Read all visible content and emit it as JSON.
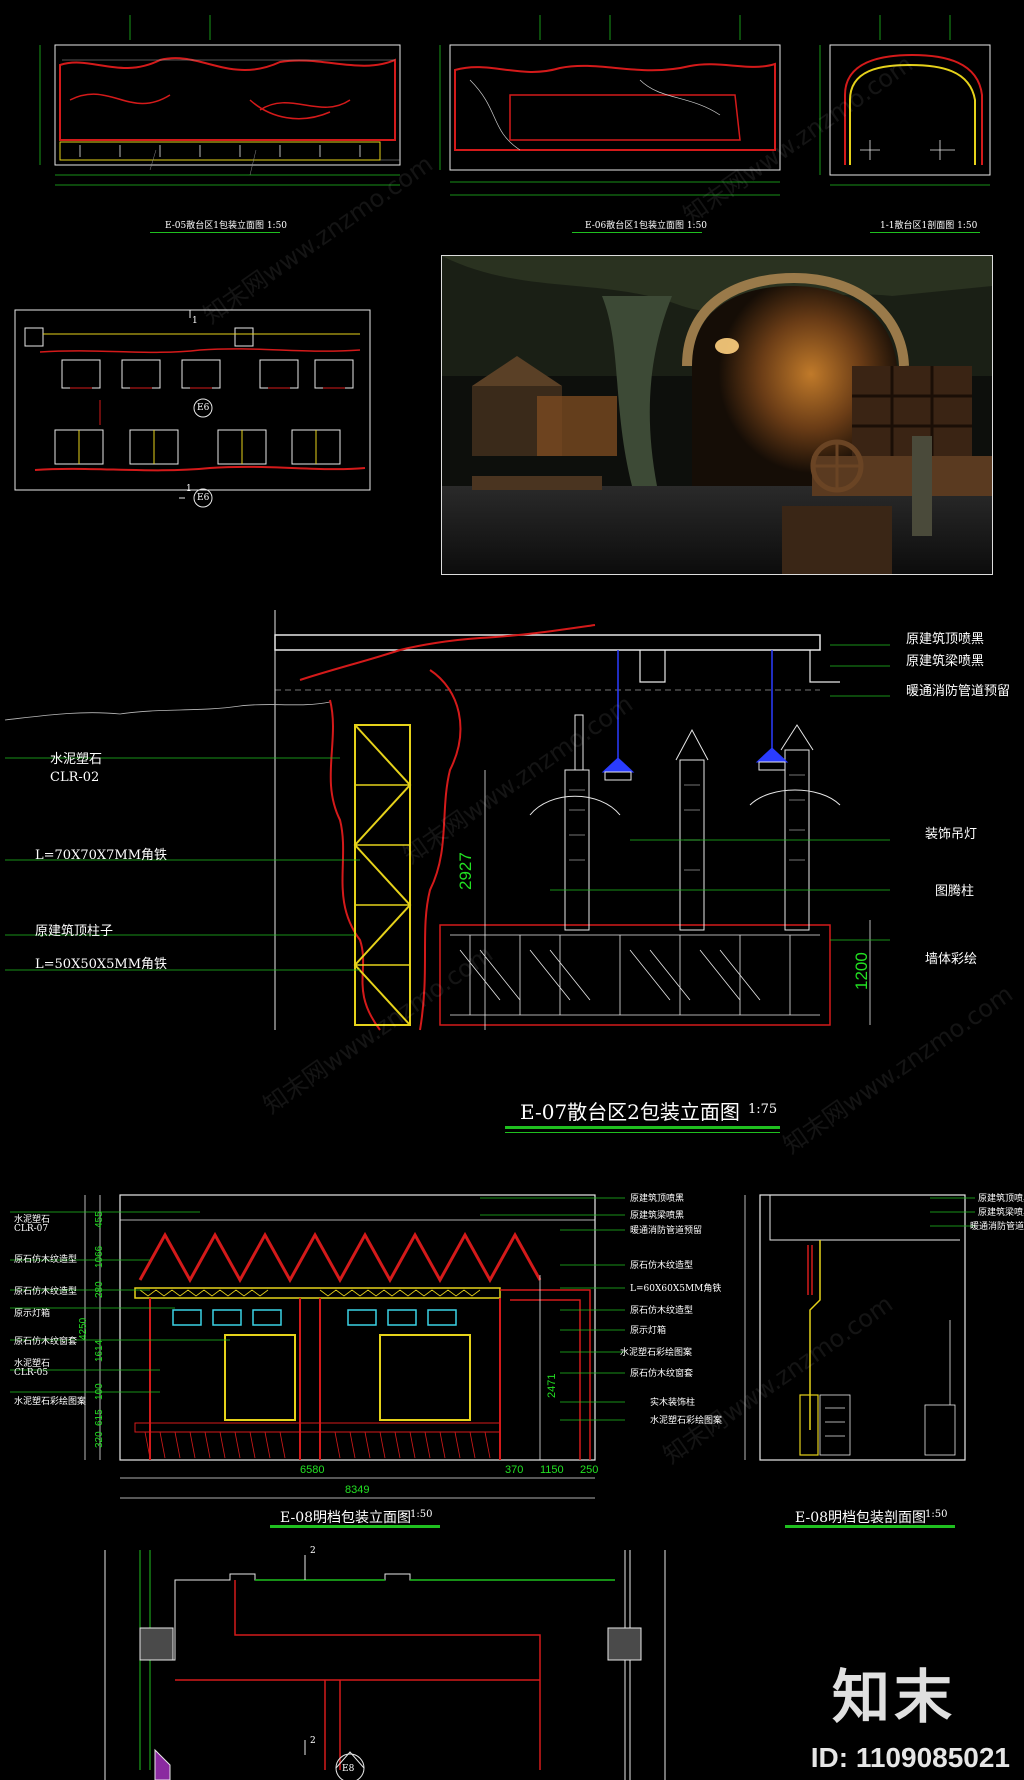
{
  "drawing_sheet": {
    "top_row": {
      "panel1_caption": "E-05散台区1包装立面图 1:50",
      "panel2_caption": "E-06散台区1包装立面图 1:50",
      "panel3_caption": "1-1散台区1剖面图 1:50"
    },
    "plan_detail": {
      "marker_top": "1",
      "marker_e6": "E6",
      "marker_e6_text": "E6",
      "marker_bottom": "1",
      "marker_e6b": "E6"
    },
    "render_photo": {
      "alt": "rendering"
    },
    "e07": {
      "title": "E-07散台区2包装立面图",
      "scale": "1:75",
      "left_labels": [
        "水泥塑石",
        "CLR-02",
        "L=70X70X7MM角铁",
        "原建筑顶柱子",
        "L=50X50X5MM角铁"
      ],
      "right_labels": [
        "原建筑顶喷黑",
        "原建筑梁喷黑",
        "暖通消防管道预留",
        "装饰吊灯",
        "图腾柱",
        "墙体彩绘"
      ],
      "dim_height": "2927",
      "dim_side": "1200"
    },
    "e08": {
      "elev_title": "E-08明档包装立面图",
      "elev_scale": "1:50",
      "sect_title": "E-08明档包装剖面图",
      "sect_scale": "1:50",
      "left_labels": [
        "水泥塑石",
        "CLR-07",
        "原石仿木纹造型",
        "原石仿木纹造型",
        "原示灯箱",
        "原石仿木纹窗套",
        "水泥塑石",
        "CLR-05",
        "水泥塑石彩绘图案"
      ],
      "left_dims": [
        "455",
        "1066",
        "280",
        "4250",
        "1614",
        "100",
        "615",
        "320"
      ],
      "right_labels": [
        "原建筑顶喷黑",
        "原建筑梁喷黑",
        "暖通消防管道预留",
        "原石仿木纹造型",
        "L=60X60X5MM角铁",
        "原石仿木纹造型",
        "原示灯箱",
        "水泥塑石彩绘图案",
        "原石仿木纹窗套",
        "实木装饰柱",
        "水泥塑石彩绘图案"
      ],
      "sect_labels": [
        "原建筑顶喷黑",
        "原建筑梁喷黑",
        "暖通消防管道预留"
      ],
      "bottom_dims": [
        "6580",
        "370",
        "1150",
        "250"
      ],
      "total_dim": "8349",
      "door_dim": "2471"
    },
    "bottom_plan": {
      "marker_top": "2",
      "marker_bottom": "2",
      "marker_label": "E8"
    },
    "branding": {
      "logo": "知末",
      "id_text": "ID: 1109085021",
      "watermark": "知末网www.znzmo.com"
    },
    "colors": {
      "background": "#000000",
      "cad_red": "#d41a1a",
      "cad_green": "#1fbf1f",
      "cad_yellow": "#e6d21a",
      "cad_blue": "#2a3cff",
      "cad_white": "#e8e8e8"
    }
  }
}
